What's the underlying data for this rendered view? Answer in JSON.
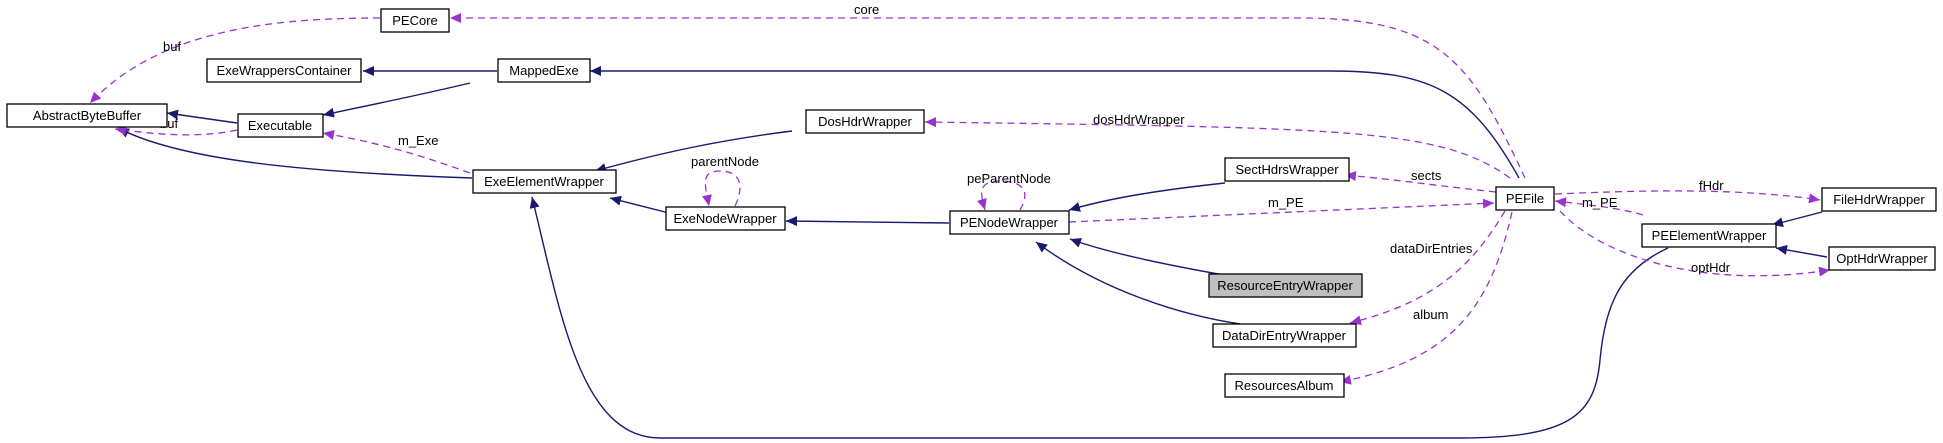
{
  "colors": {
    "inheritance": "#191970",
    "usage": "#9a32cd",
    "highlight_fill": "#bfbfbf"
  },
  "nodes": {
    "pecore": "PECore",
    "abstract_byte_buffer": "AbstractByteBuffer",
    "exe_wrappers_container": "ExeWrappersContainer",
    "mapped_exe": "MappedExe",
    "executable": "Executable",
    "dos_hdr_wrapper": "DosHdrWrapper",
    "exe_element_wrapper": "ExeElementWrapper",
    "exe_node_wrapper": "ExeNodeWrapper",
    "pe_node_wrapper": "PENodeWrapper",
    "sect_hdrs_wrapper": "SectHdrsWrapper",
    "pe_file": "PEFile",
    "resource_entry_wrapper": "ResourceEntryWrapper",
    "data_dir_entry_wrapper": "DataDirEntryWrapper",
    "resources_album": "ResourcesAlbum",
    "pe_element_wrapper": "PEElementWrapper",
    "file_hdr_wrapper": "FileHdrWrapper",
    "opt_hdr_wrapper": "OptHdrWrapper"
  },
  "edge_labels": {
    "core": "core",
    "buf_top": "buf",
    "buf_exe": "buf",
    "m_exe": "m_Exe",
    "parent_node": "parentNode",
    "pe_parent_node": "peParentNode",
    "dos_hdr_wrapper": "dosHdrWrapper",
    "sects": "sects",
    "m_pe_main": "m_PE",
    "m_pe_right": "m_PE",
    "f_hdr": "fHdr",
    "data_dir_entries": "dataDirEntries",
    "opt_hdr": "optHdr",
    "album": "album"
  }
}
